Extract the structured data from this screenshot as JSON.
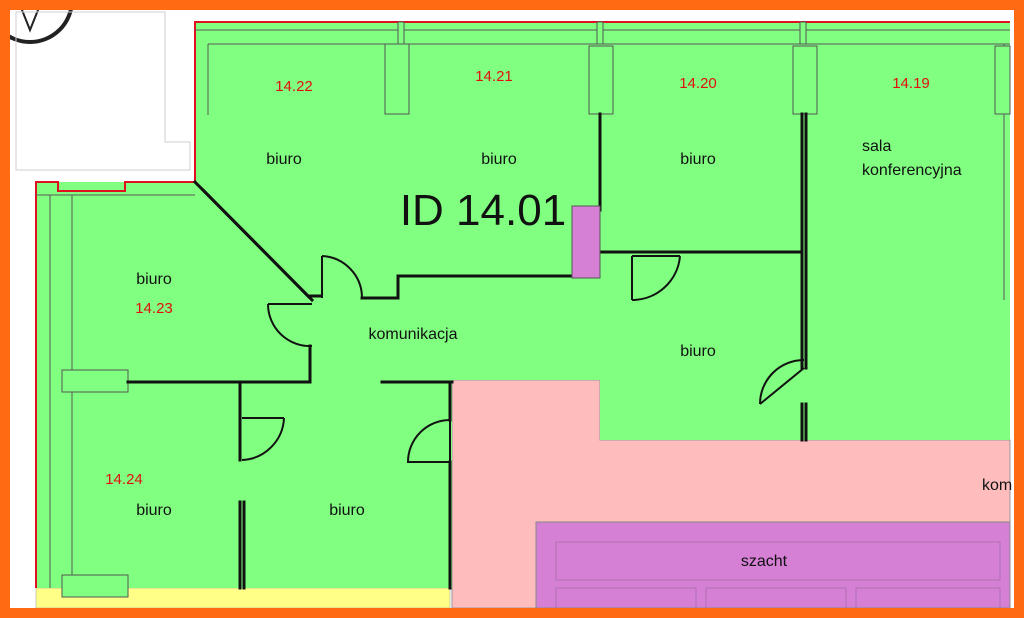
{
  "unit_id": "ID 14.01",
  "colors": {
    "frame": "#ff6a13",
    "office": "#80ff80",
    "common_area": "#ffbcbc",
    "shaft": "#d580d5",
    "boundary": "#e01020",
    "wall": "#111111",
    "number_text": "#e01010",
    "neighbour": "#ffff88"
  },
  "rooms": [
    {
      "id": "r1422",
      "number": "14.22",
      "label": "biuro"
    },
    {
      "id": "r1421",
      "number": "14.21",
      "label": "biuro"
    },
    {
      "id": "r1420",
      "number": "14.20",
      "label": "biuro"
    },
    {
      "id": "r1419",
      "number": "14.19",
      "label_line1": "sala",
      "label_line2": "konferencyjna"
    },
    {
      "id": "r1423",
      "number": "14.23",
      "label": "biuro"
    },
    {
      "id": "r1424",
      "number": "14.24",
      "label": "biuro"
    },
    {
      "id": "corridor",
      "label": "komunikacja"
    },
    {
      "id": "east-office",
      "label": "biuro"
    },
    {
      "id": "south-office",
      "label": "biuro"
    }
  ],
  "common": {
    "corridor_label": "kom",
    "shaft_label": "szacht"
  }
}
